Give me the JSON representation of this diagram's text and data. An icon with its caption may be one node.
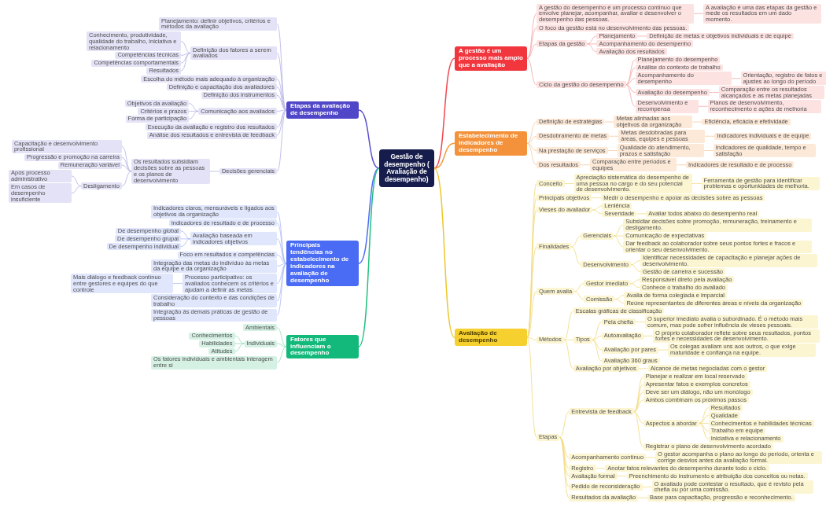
{
  "diagram": {
    "nodes": [
      {
        "text": [
          "Gestão de desempenho ( Avaliação de desempenho)"
        ]
      },
      {
        "text": [
          "A gestão é um processo mais amplo que a avaliação"
        ]
      },
      {
        "text": [
          "A gestão do desempenho é um processo contínuo que envolve planejar, acompanhar, avaliar e desenvolver o desempenho das pessoas."
        ]
      },
      {
        "text": [
          "A avaliação é uma das etapas da gestão e mede os resultados em um dado momento."
        ]
      },
      {
        "text": [
          "O foco da gestão está no desenvolvimento das pessoas."
        ]
      },
      {
        "text": [
          "Etapas da gestão"
        ]
      },
      {
        "text": [
          "Planejamento"
        ]
      },
      {
        "text": [
          "Definição de metas e objetivos individuais e de equipe"
        ]
      },
      {
        "text": [
          "Acompanhamento do desempenho"
        ]
      },
      {
        "text": [
          "Avaliação dos resultados"
        ]
      },
      {
        "text": [
          "Ciclo da gestão do desempenho"
        ]
      },
      {
        "text": [
          "Planejamento do desempenho"
        ]
      },
      {
        "text": [
          "Análise do contexto de trabalho"
        ]
      },
      {
        "text": [
          "Acompanhamento do desempenho"
        ]
      },
      {
        "text": [
          "Orientação, registro de fatos e ajustes ao longo do período"
        ]
      },
      {
        "text": [
          "Avaliação do desempenho"
        ]
      },
      {
        "text": [
          "Comparação entre os resultados alcançados e as metas planejadas"
        ]
      },
      {
        "text": [
          "Desenvolvimento e recompensa"
        ]
      },
      {
        "text": [
          "Planos de desenvolvimento, reconhecimento e ações de melhoria"
        ]
      },
      {
        "text": [
          "Estabelecimento de indicadores de desempenho"
        ]
      },
      {
        "text": [
          "Definição de estratégias"
        ]
      },
      {
        "text": [
          "Metas alinhadas aos objetivos da organização"
        ]
      },
      {
        "text": [
          "Eficiência, eficácia e efetividade"
        ]
      },
      {
        "text": [
          "Desdobramento de metas"
        ]
      },
      {
        "text": [
          "Metas desdobradas para áreas, equipes e pessoas"
        ]
      },
      {
        "text": [
          "Indicadores individuais e de equipe"
        ]
      },
      {
        "text": [
          "Na prestação de serviços"
        ]
      },
      {
        "text": [
          "Qualidade do atendimento, prazos e satisfação"
        ]
      },
      {
        "text": [
          "Indicadores de qualidade, tempo e satisfação"
        ]
      },
      {
        "text": [
          "Dos resultados"
        ]
      },
      {
        "text": [
          "Comparação entre períodos e equipes"
        ]
      },
      {
        "text": [
          "Indicadores de resultado e de processo"
        ]
      },
      {
        "text": [
          "Avaliação de desempenho"
        ]
      },
      {
        "text": [
          "Conceito"
        ]
      },
      {
        "text": [
          "Apreciação sistemática do desempenho de uma pessoa no cargo e do seu potencial de desenvolvimento."
        ]
      },
      {
        "text": [
          "Ferramenta de gestão para identificar problemas e oportunidades de melhoria."
        ]
      },
      {
        "text": [
          "Principais objetivos"
        ]
      },
      {
        "text": [
          "Medir o desempenho e apoiar as decisões sobre as pessoas"
        ]
      },
      {
        "text": [
          "Vieses do avaliador"
        ]
      },
      {
        "text": [
          "Leniência"
        ]
      },
      {
        "text": [
          "Severidade"
        ]
      },
      {
        "text": [
          "Avaliar todos abaixo do desempenho real"
        ]
      },
      {
        "text": [
          "Finalidades"
        ]
      },
      {
        "text": [
          "Gerenciais"
        ]
      },
      {
        "text": [
          "Subsidiar decisões sobre promoção, remuneração, treinamento e desligamento."
        ]
      },
      {
        "text": [
          "Comunicação de expectativas"
        ]
      },
      {
        "text": [
          "Dar feedback ao colaborador sobre seus pontos fortes e fracos e orientar o seu desenvolvimento."
        ]
      },
      {
        "text": [
          "Desenvolvimento"
        ]
      },
      {
        "text": [
          "Identificar necessidades de capacitação e planejar ações de desenvolvimento."
        ]
      },
      {
        "text": [
          "Gestão de carreira e sucessão"
        ]
      },
      {
        "text": [
          "Quem avalia"
        ]
      },
      {
        "text": [
          "Gestor imediato"
        ]
      },
      {
        "text": [
          "Responsável direto pela avaliação"
        ]
      },
      {
        "text": [
          "Conhece o trabalho do avaliado"
        ]
      },
      {
        "text": [
          "Comissão"
        ]
      },
      {
        "text": [
          "Avalia de forma colegiada e imparcial"
        ]
      },
      {
        "text": [
          "Reúne representantes de diferentes áreas e níveis da organização"
        ]
      },
      {
        "text": [
          "Métodos"
        ]
      },
      {
        "text": [
          "Escalas gráficas de classificação"
        ]
      },
      {
        "text": [
          "Tipos"
        ]
      },
      {
        "text": [
          "Pela chefia"
        ]
      },
      {
        "text": [
          "O superior imediato avalia o subordinado. É o método mais comum, mas pode sofrer influência de vieses pessoais."
        ]
      },
      {
        "text": [
          "Autoavaliação"
        ]
      },
      {
        "text": [
          "O próprio colaborador reflete sobre seus resultados, pontos fortes e necessidades de desenvolvimento."
        ]
      },
      {
        "text": [
          "Avaliação por pares"
        ]
      },
      {
        "text": [
          "Os colegas avaliam uns aos outros, o que exige maturidade e confiança na equipe."
        ]
      },
      {
        "text": [
          "Avaliação 360 graus"
        ]
      },
      {
        "text": [
          "Avaliação por objetivos"
        ]
      },
      {
        "text": [
          "Alcance de metas negociadas com o gestor"
        ]
      },
      {
        "text": [
          "Etapas"
        ]
      },
      {
        "text": [
          "Entrevista de feedback"
        ]
      },
      {
        "text": [
          "Planejar e realizar em local reservado"
        ]
      },
      {
        "text": [
          "Apresentar fatos e exemplos concretos"
        ]
      },
      {
        "text": [
          "Deve ser um diálogo, não um monólogo"
        ]
      },
      {
        "text": [
          "Ambos combinam os próximos passos"
        ]
      },
      {
        "text": [
          "Aspectos a abordar"
        ]
      },
      {
        "text": [
          "Resultados"
        ]
      },
      {
        "text": [
          "Qualidade"
        ]
      },
      {
        "text": [
          "Conhecimentos e habilidades técnicas"
        ]
      },
      {
        "text": [
          "Trabalho em equipe"
        ]
      },
      {
        "text": [
          "Iniciativa e relacionamento"
        ]
      },
      {
        "text": [
          "Registrar o plano de desenvolvimento acordado"
        ]
      },
      {
        "text": [
          "Acompanhamento contínuo"
        ]
      },
      {
        "text": [
          "O gestor acompanha o plano ao longo do período, orienta e corrige desvios antes da avaliação formal."
        ]
      },
      {
        "text": [
          "Registro"
        ]
      },
      {
        "text": [
          "Anotar fatos relevantes do desempenho durante todo o ciclo."
        ]
      },
      {
        "text": [
          "Avaliação formal"
        ]
      },
      {
        "text": [
          "Preenchimento do instrumento e atribuição dos conceitos ou notas."
        ]
      },
      {
        "text": [
          "Pedido de reconsideração"
        ]
      },
      {
        "text": [
          "O avaliado pode contestar o resultado, que é revisto pela chefia ou por uma comissão."
        ]
      },
      {
        "text": [
          "Resultados da avaliação"
        ]
      },
      {
        "text": [
          "Base para capacitação, progressão e reconhecimento."
        ]
      },
      {
        "text": [
          "Etapas da avaliação de desempenho"
        ]
      },
      {
        "text": [
          "Planejamento: definir objetivos, critérios e métodos da avaliação"
        ]
      },
      {
        "text": [
          "Definição dos fatores a serem avaliados"
        ]
      },
      {
        "text": [
          "Conhecimento, produtividade, qualidade do trabalho, iniciativa e relacionamento"
        ]
      },
      {
        "text": [
          "Competências técnicas"
        ]
      },
      {
        "text": [
          "Competências comportamentais"
        ]
      },
      {
        "text": [
          "Resultados"
        ]
      },
      {
        "text": [
          "Escolha do método mais adequado à organização"
        ]
      },
      {
        "text": [
          "Definição e capacitação dos avaliadores"
        ]
      },
      {
        "text": [
          "Definição dos instrumentos"
        ]
      },
      {
        "text": [
          "Comunicação aos avaliados"
        ]
      },
      {
        "text": [
          "Objetivos da avaliação"
        ]
      },
      {
        "text": [
          "Critérios e prazos"
        ]
      },
      {
        "text": [
          "Forma de participação"
        ]
      },
      {
        "text": [
          "Execução da avaliação e registro dos resultados"
        ]
      },
      {
        "text": [
          "Análise dos resultados e entrevista de feedback"
        ]
      },
      {
        "text": [
          "Decisões gerenciais"
        ]
      },
      {
        "text": [
          "Os resultados subsidiam decisões sobre as pessoas e os planos de desenvolvimento"
        ]
      },
      {
        "text": [
          "Capacitação e desenvolvimento profissional"
        ]
      },
      {
        "text": [
          "Progressão e promoção na carreira"
        ]
      },
      {
        "text": [
          "Remuneração variável"
        ]
      },
      {
        "text": [
          "Desligamento"
        ]
      },
      {
        "text": [
          "Após processo administrativo"
        ]
      },
      {
        "text": [
          "Em casos de desempenho insuficiente"
        ]
      },
      {
        "text": [
          "Principais tendências no estabelecimento de indicadores na avaliação de desempenho"
        ]
      },
      {
        "text": [
          "Indicadores claros, mensuráveis e ligados aos objetivos da organização"
        ]
      },
      {
        "text": [
          "Indicadores de resultado e de processo"
        ]
      },
      {
        "text": [
          "Avaliação baseada em indicadores objetivos"
        ]
      },
      {
        "text": [
          "De desempenho global"
        ]
      },
      {
        "text": [
          "De desempenho grupal"
        ]
      },
      {
        "text": [
          "De desempenho individual"
        ]
      },
      {
        "text": [
          "Foco em resultados e competências"
        ]
      },
      {
        "text": [
          "Integração das metas do indivíduo às metas da equipe e da organização"
        ]
      },
      {
        "text": [
          "Processo participativo: os avaliados conhecem os critérios e ajudam a definir as metas"
        ]
      },
      {
        "text": [
          "Mais diálogo e feedback contínuo entre gestores e equipes do que controle"
        ]
      },
      {
        "text": [
          "Consideração do contexto e das condições de trabalho"
        ]
      },
      {
        "text": [
          "Integração às demais práticas de gestão de pessoas"
        ]
      },
      {
        "text": [
          "Fatores que influenciam o desempenho"
        ]
      },
      {
        "text": [
          "Ambientais"
        ]
      },
      {
        "text": [
          "Individuais"
        ]
      },
      {
        "text": [
          "Conhecimentos"
        ]
      },
      {
        "text": [
          "Habilidades"
        ]
      },
      {
        "text": [
          "Atitudes"
        ]
      },
      {
        "text": [
          "Os fatores individuais e ambientais interagem entre si"
        ]
      }
    ],
    "edges": [
      {
        "from": 0,
        "to": 1,
        "arrow": "none",
        "color": "#f0474f"
      },
      {
        "from": 1,
        "to": 2,
        "arrow": "none",
        "color": "#f5a3a3"
      },
      {
        "from": 2,
        "to": 3,
        "arrow": "none",
        "color": "#f5a3a3"
      },
      {
        "from": 1,
        "to": 4,
        "arrow": "none",
        "color": "#f5a3a3"
      },
      {
        "from": 1,
        "to": 5,
        "arrow": "none",
        "color": "#f5a3a3"
      },
      {
        "from": 5,
        "to": 6,
        "arrow": "none",
        "color": "#f5a3a3"
      },
      {
        "from": 6,
        "to": 7,
        "arrow": "none",
        "color": "#f5a3a3"
      },
      {
        "from": 5,
        "to": 8,
        "arrow": "none",
        "color": "#f5a3a3"
      },
      {
        "from": 5,
        "to": 9,
        "arrow": "none",
        "color": "#f5a3a3"
      },
      {
        "from": 1,
        "to": 10,
        "arrow": "none",
        "color": "#f5a3a3"
      },
      {
        "from": 10,
        "to": 11,
        "arrow": "none",
        "color": "#f5a3a3"
      },
      {
        "from": 10,
        "to": 12,
        "arrow": "none",
        "color": "#f5a3a3"
      },
      {
        "from": 10,
        "to": 13,
        "arrow": "none",
        "color": "#f5a3a3"
      },
      {
        "from": 13,
        "to": 14,
        "arrow": "none",
        "color": "#f5a3a3"
      },
      {
        "from": 10,
        "to": 15,
        "arrow": "none",
        "color": "#f5a3a3"
      },
      {
        "from": 15,
        "to": 16,
        "arrow": "none",
        "color": "#f5a3a3"
      },
      {
        "from": 10,
        "to": 17,
        "arrow": "none",
        "color": "#f5a3a3"
      },
      {
        "from": 17,
        "to": 18,
        "arrow": "none",
        "color": "#f5a3a3"
      },
      {
        "from": 0,
        "to": 19,
        "arrow": "none",
        "color": "#f39a3c"
      },
      {
        "from": 19,
        "to": 20,
        "arrow": "none",
        "color": "#f6c698"
      },
      {
        "from": 20,
        "to": 21,
        "arrow": "none",
        "color": "#f6c698"
      },
      {
        "from": 21,
        "to": 22,
        "arrow": "none",
        "color": "#f6c698"
      },
      {
        "from": 19,
        "to": 23,
        "arrow": "none",
        "color": "#f6c698"
      },
      {
        "from": 23,
        "to": 24,
        "arrow": "none",
        "color": "#f6c698"
      },
      {
        "from": 24,
        "to": 25,
        "arrow": "none",
        "color": "#f6c698"
      },
      {
        "from": 19,
        "to": 26,
        "arrow": "none",
        "color": "#f6c698"
      },
      {
        "from": 26,
        "to": 27,
        "arrow": "none",
        "color": "#f6c698"
      },
      {
        "from": 27,
        "to": 28,
        "arrow": "none",
        "color": "#f6c698"
      },
      {
        "from": 19,
        "to": 29,
        "arrow": "none",
        "color": "#f6c698"
      },
      {
        "from": 29,
        "to": 30,
        "arrow": "none",
        "color": "#f6c698"
      },
      {
        "from": 30,
        "to": 31,
        "arrow": "none",
        "color": "#f6c698"
      },
      {
        "from": 0,
        "to": 32,
        "arrow": "none",
        "color": "#eec62c"
      },
      {
        "from": 32,
        "to": 33,
        "arrow": "none"
      },
      {
        "from": 33,
        "to": 34,
        "arrow": "none"
      },
      {
        "from": 34,
        "to": 35,
        "arrow": "none"
      },
      {
        "from": 32,
        "to": 36,
        "arrow": "none"
      },
      {
        "from": 36,
        "to": 37,
        "arrow": "none"
      },
      {
        "from": 32,
        "to": 38,
        "arrow": "none"
      },
      {
        "from": 38,
        "to": 39,
        "arrow": "none"
      },
      {
        "from": 38,
        "to": 40,
        "arrow": "none"
      },
      {
        "from": 40,
        "to": 41,
        "arrow": "none"
      },
      {
        "from": 32,
        "to": 42,
        "arrow": "none"
      },
      {
        "from": 42,
        "to": 43,
        "arrow": "none"
      },
      {
        "from": 43,
        "to": 44,
        "arrow": "none"
      },
      {
        "from": 43,
        "to": 45,
        "arrow": "none"
      },
      {
        "from": 43,
        "to": 46,
        "arrow": "none"
      },
      {
        "from": 42,
        "to": 47,
        "arrow": "none"
      },
      {
        "from": 47,
        "to": 48,
        "arrow": "none"
      },
      {
        "from": 47,
        "to": 49,
        "arrow": "none"
      },
      {
        "from": 32,
        "to": 50,
        "arrow": "none"
      },
      {
        "from": 50,
        "to": 51,
        "arrow": "none"
      },
      {
        "from": 51,
        "to": 52,
        "arrow": "none"
      },
      {
        "from": 51,
        "to": 53,
        "arrow": "none"
      },
      {
        "from": 50,
        "to": 54,
        "arrow": "none"
      },
      {
        "from": 54,
        "to": 55,
        "arrow": "none"
      },
      {
        "from": 54,
        "to": 56,
        "arrow": "none"
      },
      {
        "from": 32,
        "to": 57,
        "arrow": "none"
      },
      {
        "from": 57,
        "to": 58,
        "arrow": "none"
      },
      {
        "from": 57,
        "to": 59,
        "arrow": "none"
      },
      {
        "from": 59,
        "to": 60,
        "arrow": "none"
      },
      {
        "from": 60,
        "to": 61,
        "arrow": "none"
      },
      {
        "from": 59,
        "to": 62,
        "arrow": "none"
      },
      {
        "from": 62,
        "to": 63,
        "arrow": "none"
      },
      {
        "from": 59,
        "to": 64,
        "arrow": "none"
      },
      {
        "from": 64,
        "to": 65,
        "arrow": "none"
      },
      {
        "from": 59,
        "to": 66,
        "arrow": "none"
      },
      {
        "from": 57,
        "to": 67,
        "arrow": "none"
      },
      {
        "from": 67,
        "to": 68,
        "arrow": "none"
      },
      {
        "from": 32,
        "to": 69,
        "arrow": "none"
      },
      {
        "from": 69,
        "to": 70,
        "arrow": "none"
      },
      {
        "from": 70,
        "to": 71,
        "arrow": "none"
      },
      {
        "from": 70,
        "to": 72,
        "arrow": "none"
      },
      {
        "from": 70,
        "to": 73,
        "arrow": "none"
      },
      {
        "from": 70,
        "to": 74,
        "arrow": "none"
      },
      {
        "from": 70,
        "to": 75,
        "arrow": "none"
      },
      {
        "from": 75,
        "to": 76,
        "arrow": "none"
      },
      {
        "from": 75,
        "to": 77,
        "arrow": "none"
      },
      {
        "from": 75,
        "to": 78,
        "arrow": "none"
      },
      {
        "from": 75,
        "to": 79,
        "arrow": "none"
      },
      {
        "from": 75,
        "to": 80,
        "arrow": "none"
      },
      {
        "from": 70,
        "to": 81,
        "arrow": "none"
      },
      {
        "from": 69,
        "to": 82,
        "arrow": "none"
      },
      {
        "from": 82,
        "to": 83,
        "arrow": "none"
      },
      {
        "from": 69,
        "to": 84,
        "arrow": "none"
      },
      {
        "from": 84,
        "to": 85,
        "arrow": "none"
      },
      {
        "from": 69,
        "to": 86,
        "arrow": "none"
      },
      {
        "from": 86,
        "to": 87,
        "arrow": "none"
      },
      {
        "from": 69,
        "to": 88,
        "arrow": "none"
      },
      {
        "from": 88,
        "to": 89,
        "arrow": "none"
      },
      {
        "from": 69,
        "to": 90,
        "arrow": "none"
      },
      {
        "from": 90,
        "to": 91,
        "arrow": "none"
      },
      {
        "from": 0,
        "to": 92,
        "arrow": "none",
        "color": "#5a4fcc"
      },
      {
        "from": 92,
        "to": 93,
        "arrow": "none",
        "color": "#b3aee3"
      },
      {
        "from": 92,
        "to": 94,
        "arrow": "none",
        "color": "#b3aee3"
      },
      {
        "from": 94,
        "to": 95,
        "arrow": "none",
        "color": "#b3aee3"
      },
      {
        "from": 94,
        "to": 96,
        "arrow": "none",
        "color": "#b3aee3"
      },
      {
        "from": 94,
        "to": 97,
        "arrow": "none",
        "color": "#b3aee3"
      },
      {
        "from": 94,
        "to": 98,
        "arrow": "none",
        "color": "#b3aee3"
      },
      {
        "from": 92,
        "to": 99,
        "arrow": "none",
        "color": "#b3aee3"
      },
      {
        "from": 92,
        "to": 100,
        "arrow": "none",
        "color": "#b3aee3"
      },
      {
        "from": 92,
        "to": 101,
        "arrow": "none",
        "color": "#b3aee3"
      },
      {
        "from": 92,
        "to": 102,
        "arrow": "none",
        "color": "#b3aee3"
      },
      {
        "from": 102,
        "to": 103,
        "arrow": "none",
        "color": "#b3aee3"
      },
      {
        "from": 102,
        "to": 104,
        "arrow": "none",
        "color": "#b3aee3"
      },
      {
        "from": 102,
        "to": 105,
        "arrow": "none",
        "color": "#b3aee3"
      },
      {
        "from": 92,
        "to": 106,
        "arrow": "none",
        "color": "#b3aee3"
      },
      {
        "from": 92,
        "to": 107,
        "arrow": "none",
        "color": "#b3aee3"
      },
      {
        "from": 92,
        "to": 108,
        "arrow": "none",
        "color": "#b3aee3"
      },
      {
        "from": 108,
        "to": 109,
        "arrow": "none",
        "color": "#b3aee3"
      },
      {
        "from": 109,
        "to": 110,
        "arrow": "none",
        "color": "#b3aee3"
      },
      {
        "from": 109,
        "to": 111,
        "arrow": "none",
        "color": "#b3aee3"
      },
      {
        "from": 109,
        "to": 112,
        "arrow": "none",
        "color": "#b3aee3"
      },
      {
        "from": 109,
        "to": 113,
        "arrow": "none",
        "color": "#b3aee3"
      },
      {
        "from": 113,
        "to": 114,
        "arrow": "none",
        "color": "#b3aee3"
      },
      {
        "from": 113,
        "to": 115,
        "arrow": "none",
        "color": "#b3aee3"
      },
      {
        "from": 0,
        "to": 116,
        "arrow": "none",
        "color": "#4d6ef5"
      },
      {
        "from": 116,
        "to": 117,
        "arrow": "none",
        "color": "#a9b7f4"
      },
      {
        "from": 116,
        "to": 118,
        "arrow": "none",
        "color": "#a9b7f4"
      },
      {
        "from": 116,
        "to": 119,
        "arrow": "none",
        "color": "#a9b7f4"
      },
      {
        "from": 119,
        "to": 120,
        "arrow": "none",
        "color": "#a9b7f4"
      },
      {
        "from": 119,
        "to": 121,
        "arrow": "none",
        "color": "#a9b7f4"
      },
      {
        "from": 119,
        "to": 122,
        "arrow": "none",
        "color": "#a9b7f4"
      },
      {
        "from": 116,
        "to": 123,
        "arrow": "none",
        "color": "#a9b7f4"
      },
      {
        "from": 116,
        "to": 124,
        "arrow": "none",
        "color": "#a9b7f4"
      },
      {
        "from": 116,
        "to": 125,
        "arrow": "none",
        "color": "#a9b7f4"
      },
      {
        "from": 125,
        "to": 126,
        "arrow": "none",
        "color": "#a9b7f4"
      },
      {
        "from": 116,
        "to": 127,
        "arrow": "none",
        "color": "#a9b7f4"
      },
      {
        "from": 116,
        "to": 128,
        "arrow": "none",
        "color": "#a9b7f4"
      },
      {
        "from": 0,
        "to": 129,
        "arrow": "none",
        "color": "#1fbf80"
      },
      {
        "from": 129,
        "to": 130,
        "arrow": "none",
        "color": "#8fdab7"
      },
      {
        "from": 129,
        "to": 131,
        "arrow": "none",
        "color": "#8fdab7"
      },
      {
        "from": 131,
        "to": 132,
        "arrow": "none",
        "color": "#8fdab7"
      },
      {
        "from": 131,
        "to": 133,
        "arrow": "none",
        "color": "#8fdab7"
      },
      {
        "from": 131,
        "to": 134,
        "arrow": "none",
        "color": "#8fdab7"
      },
      {
        "from": 129,
        "to": 135,
        "arrow": "none",
        "color": "#8fdab7"
      }
    ]
  }
}
